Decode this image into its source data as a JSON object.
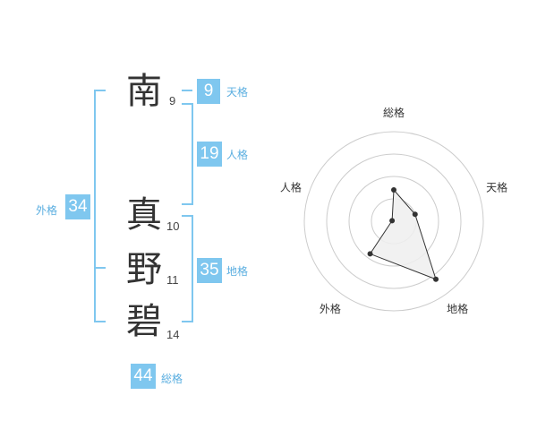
{
  "name": {
    "surname": [
      {
        "char": "南",
        "strokes": "9"
      }
    ],
    "given": [
      {
        "char": "真",
        "strokes": "10"
      },
      {
        "char": "野",
        "strokes": "11"
      },
      {
        "char": "碧",
        "strokes": "14"
      }
    ]
  },
  "fortunes": {
    "tenkaku": {
      "value": "9",
      "label": "天格"
    },
    "jinkaku": {
      "value": "19",
      "label": "人格"
    },
    "chikaku": {
      "value": "35",
      "label": "地格"
    },
    "gaikaku": {
      "value": "34",
      "label": "外格"
    },
    "soukaku": {
      "value": "44",
      "label": "総格"
    }
  },
  "chart_data": {
    "type": "radar",
    "axes": [
      "総格",
      "天格",
      "地格",
      "外格",
      "人格"
    ],
    "values": [
      0.35,
      0.25,
      0.8,
      0.45,
      0.02
    ],
    "rings": 4,
    "grid": true,
    "colors": {
      "ring": "#cccccc",
      "fill": "#eeeeee",
      "line": "#333333",
      "point": "#333333"
    }
  }
}
